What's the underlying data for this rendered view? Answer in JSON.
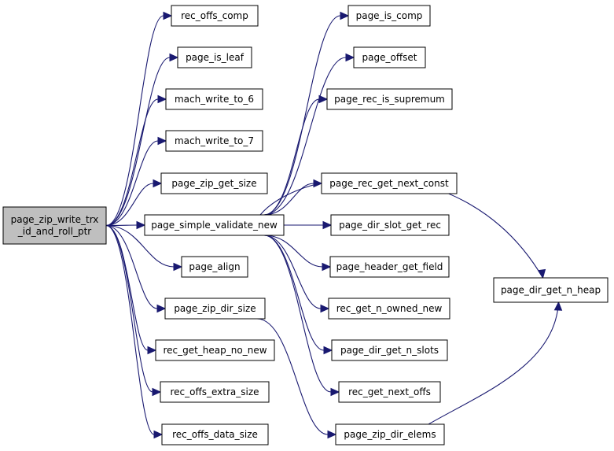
{
  "graph": {
    "edge_color": "#191970",
    "root_fill": "#bfbfbf",
    "nodes": [
      {
        "id": "root",
        "lines": [
          "page_zip_write_trx",
          "_id_and_roll_ptr"
        ]
      },
      {
        "id": "rec_offs_comp",
        "lines": [
          "rec_offs_comp"
        ]
      },
      {
        "id": "page_is_leaf",
        "lines": [
          "page_is_leaf"
        ]
      },
      {
        "id": "mach_write_to_6",
        "lines": [
          "mach_write_to_6"
        ]
      },
      {
        "id": "mach_write_to_7",
        "lines": [
          "mach_write_to_7"
        ]
      },
      {
        "id": "page_zip_get_size",
        "lines": [
          "page_zip_get_size"
        ]
      },
      {
        "id": "page_simple_validate_new",
        "lines": [
          "page_simple_validate_new"
        ]
      },
      {
        "id": "page_align",
        "lines": [
          "page_align"
        ]
      },
      {
        "id": "page_zip_dir_size",
        "lines": [
          "page_zip_dir_size"
        ]
      },
      {
        "id": "rec_get_heap_no_new",
        "lines": [
          "rec_get_heap_no_new"
        ]
      },
      {
        "id": "rec_offs_extra_size",
        "lines": [
          "rec_offs_extra_size"
        ]
      },
      {
        "id": "rec_offs_data_size",
        "lines": [
          "rec_offs_data_size"
        ]
      },
      {
        "id": "page_is_comp",
        "lines": [
          "page_is_comp"
        ]
      },
      {
        "id": "page_offset",
        "lines": [
          "page_offset"
        ]
      },
      {
        "id": "page_rec_is_supremum",
        "lines": [
          "page_rec_is_supremum"
        ]
      },
      {
        "id": "page_rec_get_next_const",
        "lines": [
          "page_rec_get_next_const"
        ]
      },
      {
        "id": "page_dir_slot_get_rec",
        "lines": [
          "page_dir_slot_get_rec"
        ]
      },
      {
        "id": "page_header_get_field",
        "lines": [
          "page_header_get_field"
        ]
      },
      {
        "id": "rec_get_n_owned_new",
        "lines": [
          "rec_get_n_owned_new"
        ]
      },
      {
        "id": "page_dir_get_n_slots",
        "lines": [
          "page_dir_get_n_slots"
        ]
      },
      {
        "id": "rec_get_next_offs",
        "lines": [
          "rec_get_next_offs"
        ]
      },
      {
        "id": "page_zip_dir_elems",
        "lines": [
          "page_zip_dir_elems"
        ]
      },
      {
        "id": "page_dir_get_n_heap",
        "lines": [
          "page_dir_get_n_heap"
        ]
      }
    ],
    "edges": [
      [
        "root",
        "rec_offs_comp"
      ],
      [
        "root",
        "page_is_leaf"
      ],
      [
        "root",
        "mach_write_to_6"
      ],
      [
        "root",
        "mach_write_to_7"
      ],
      [
        "root",
        "page_zip_get_size"
      ],
      [
        "root",
        "page_simple_validate_new"
      ],
      [
        "root",
        "page_align"
      ],
      [
        "root",
        "page_zip_dir_size"
      ],
      [
        "root",
        "rec_get_heap_no_new"
      ],
      [
        "root",
        "rec_offs_extra_size"
      ],
      [
        "root",
        "rec_offs_data_size"
      ],
      [
        "page_simple_validate_new",
        "page_is_comp"
      ],
      [
        "page_simple_validate_new",
        "page_offset"
      ],
      [
        "page_simple_validate_new",
        "page_rec_is_supremum"
      ],
      [
        "page_simple_validate_new",
        "page_rec_get_next_const"
      ],
      [
        "page_simple_validate_new",
        "page_dir_slot_get_rec"
      ],
      [
        "page_simple_validate_new",
        "page_header_get_field"
      ],
      [
        "page_simple_validate_new",
        "rec_get_n_owned_new"
      ],
      [
        "page_simple_validate_new",
        "page_dir_get_n_slots"
      ],
      [
        "page_simple_validate_new",
        "rec_get_next_offs"
      ],
      [
        "page_simple_validate_new",
        "page_dir_get_n_heap"
      ],
      [
        "page_zip_dir_size",
        "page_zip_dir_elems"
      ],
      [
        "page_zip_dir_elems",
        "page_dir_get_n_heap"
      ]
    ]
  }
}
